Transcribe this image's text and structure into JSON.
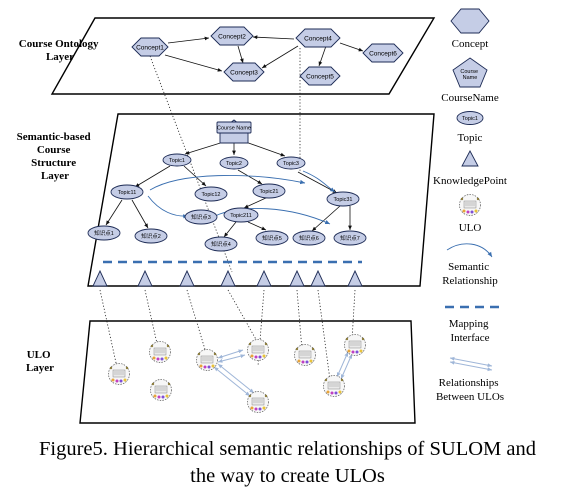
{
  "layers": {
    "course_ontology": [
      "Course Ontology",
      "Layer"
    ],
    "course_structure": [
      "Semantic-based",
      "Course",
      "Structure",
      "Layer"
    ],
    "ulo": [
      "ULO",
      "Layer"
    ]
  },
  "concepts": {
    "c1": "Concept1",
    "c2": "Concept2",
    "c3": "Concept3",
    "c4": "Concept4",
    "c5": "Concept5",
    "c6": "Concept6"
  },
  "structure": {
    "root": "Course Name",
    "t1": "Topic1",
    "t2": "Topic2",
    "t3": "Topic3",
    "t11": "Topic11",
    "t12": "Topic12",
    "t21": "Topic21",
    "t31": "Topic31",
    "t211": "Topic211",
    "k1": "知识点1",
    "k2": "知识点2",
    "k3": "知识点3",
    "k4": "知识点4",
    "k5": "知识点5",
    "k6": "知识点6",
    "k7": "知识点7"
  },
  "legend": {
    "concept": "Concept",
    "coursename_inner": [
      "Course",
      "Name"
    ],
    "coursename": "CourseName",
    "topic_inner": "Topic1",
    "topic": "Topic",
    "knowledgepoint": "KnowledgePoint",
    "ulo": "ULO",
    "semantic": [
      "Semantic",
      "Relationship"
    ],
    "mapping": [
      "Mapping",
      "Interface"
    ],
    "ulo_relationships": [
      "Relationships",
      "Between ULOs"
    ]
  },
  "caption": {
    "line1": "Figure5. Hierarchical semantic relationships of SULOM and",
    "line2": "the way to create ULOs"
  },
  "colors": {
    "node_fill": "#c5cde6",
    "node_stroke": "#1d2b55",
    "semantic_relationship": "#3a6fb0",
    "mapping_interface": "#3a6fb0",
    "ulo_relationship": "#9fb6d8"
  }
}
